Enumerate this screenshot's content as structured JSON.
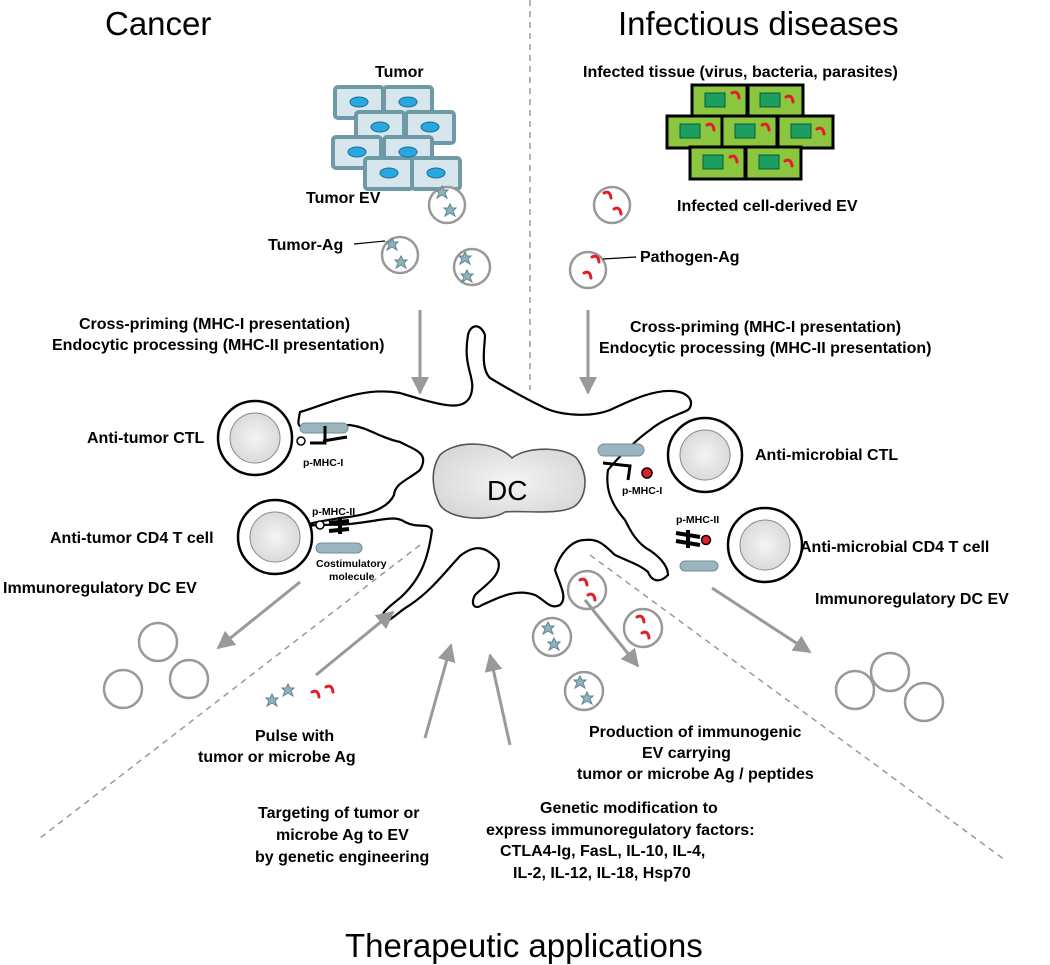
{
  "headings": {
    "left": "Cancer",
    "right": "Infectious diseases",
    "bottom": "Therapeutic applications"
  },
  "cancer": {
    "tumor": "Tumor",
    "tumor_ev": "Tumor EV",
    "tumor_ag": "Tumor-Ag",
    "presentation_line1": "Cross-priming (MHC-I presentation)",
    "presentation_line2": "Endocytic processing (MHC-II presentation)",
    "ctl": "Anti-tumor CTL",
    "cd4": "Anti-tumor CD4 T cell",
    "pmhc1": "p-MHC-I",
    "pmhc2": "p-MHC-II",
    "costim_line1": "Costimulatory",
    "costim_line2": "molecule",
    "dc_ev": "Immunoregulatory DC EV"
  },
  "infection": {
    "tissue": "Infected tissue (virus, bacteria, parasites)",
    "infected_ev": "Infected cell-derived EV",
    "pathogen_ag": "Pathogen-Ag",
    "presentation_line1": "Cross-priming (MHC-I presentation)",
    "presentation_line2": "Endocytic processing (MHC-II presentation)",
    "ctl": "Anti-microbial CTL",
    "cd4": "Anti-microbial CD4 T cell",
    "pmhc1": "p-MHC-I",
    "pmhc2": "p-MHC-II",
    "dc_ev": "Immunoregulatory DC EV"
  },
  "dc": {
    "label": "DC"
  },
  "therapy": {
    "pulse_line1": "Pulse with",
    "pulse_line2": "tumor or microbe Ag",
    "target_line1": "Targeting of tumor or",
    "target_line2": "microbe Ag to EV",
    "target_line3": "by genetic engineering",
    "genetic_line1": "Genetic modification to",
    "genetic_line2": "express  immunoregulatory factors:",
    "genetic_line3": "CTLA4-Ig, FasL, IL-10, IL-4,",
    "genetic_line4": "IL-2, IL-12, IL-18, Hsp70",
    "production_line1": "Production of immunogenic",
    "production_line2": "EV carrying",
    "production_line3": "tumor or microbe Ag / peptides"
  },
  "colors": {
    "arrow": "#999999",
    "tumor_cell": "#6e9aa8",
    "tumor_cell_fill": "#d7e6ec",
    "nucleus": "#29a7df",
    "infected_cell_fill": "#8cc63f",
    "infected_nucleus": "#1a9f60",
    "pathogen": "#e41e26"
  }
}
